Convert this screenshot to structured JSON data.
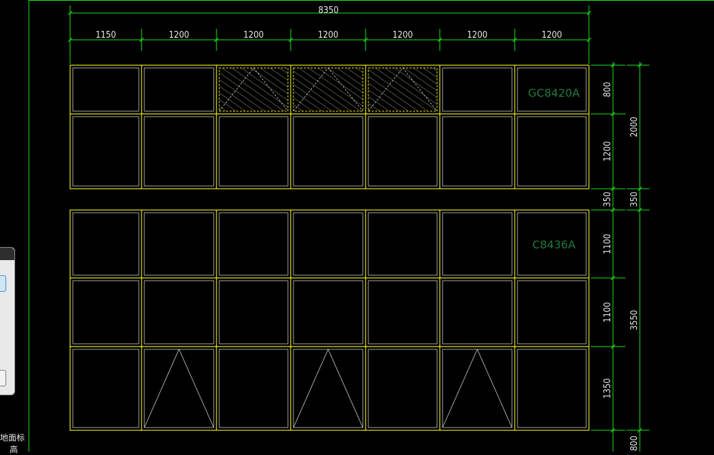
{
  "drawing": {
    "colors": {
      "background": "#000000",
      "frame": "#e6e61e",
      "pane": "#d2d2d2",
      "dimension": "#1ee61e",
      "dimension_text": "#e6e6e6",
      "tag": "#1e7a3c",
      "hatch": "#c8c8a0"
    },
    "overall_width_label": "8350",
    "column_width_labels": [
      "1150",
      "1200",
      "1200",
      "1200",
      "1200",
      "1200",
      "1200"
    ],
    "upper_window": {
      "tag": "GC8420A",
      "row_height_labels": [
        "800",
        "1200"
      ],
      "total_height_label": "2000",
      "hatched_columns": [
        2,
        3,
        4
      ]
    },
    "gap": {
      "height_label_inner": "350",
      "height_label_outer": "350"
    },
    "lower_window": {
      "tag": "C8436A",
      "row_height_labels": [
        "1100",
        "1100",
        "1350"
      ],
      "total_height_label": "3550",
      "opening_columns": [
        1,
        3,
        5
      ]
    },
    "bottom_label_partial": "800"
  },
  "side_panel": {
    "label_line1": "地面标",
    "label_line2": "高"
  }
}
